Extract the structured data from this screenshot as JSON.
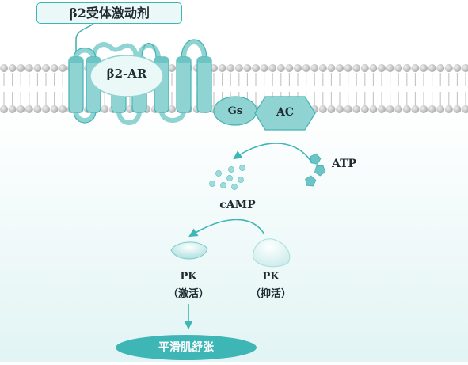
{
  "labels": {
    "agonist": "β2受体激动剂",
    "receptor": "β2-AR",
    "gs": "Gs",
    "ac": "AC",
    "atp": "ATP",
    "camp": "cAMP",
    "pk_active_name": "PK",
    "pk_active_state": "（激活）",
    "pk_inactive_name": "PK",
    "pk_inactive_state": "（抑活）",
    "result": "平滑肌舒张"
  },
  "colors": {
    "teal": "#3fb6b6",
    "protein_fill": "#8fd3d3",
    "protein_stroke": "#45b3b3",
    "light_fill": "#dff4f4",
    "membrane_head": "#c9c9c9",
    "cytoplasm_top": "#ffffff",
    "cytoplasm_bottom": "#e4f5f5"
  }
}
